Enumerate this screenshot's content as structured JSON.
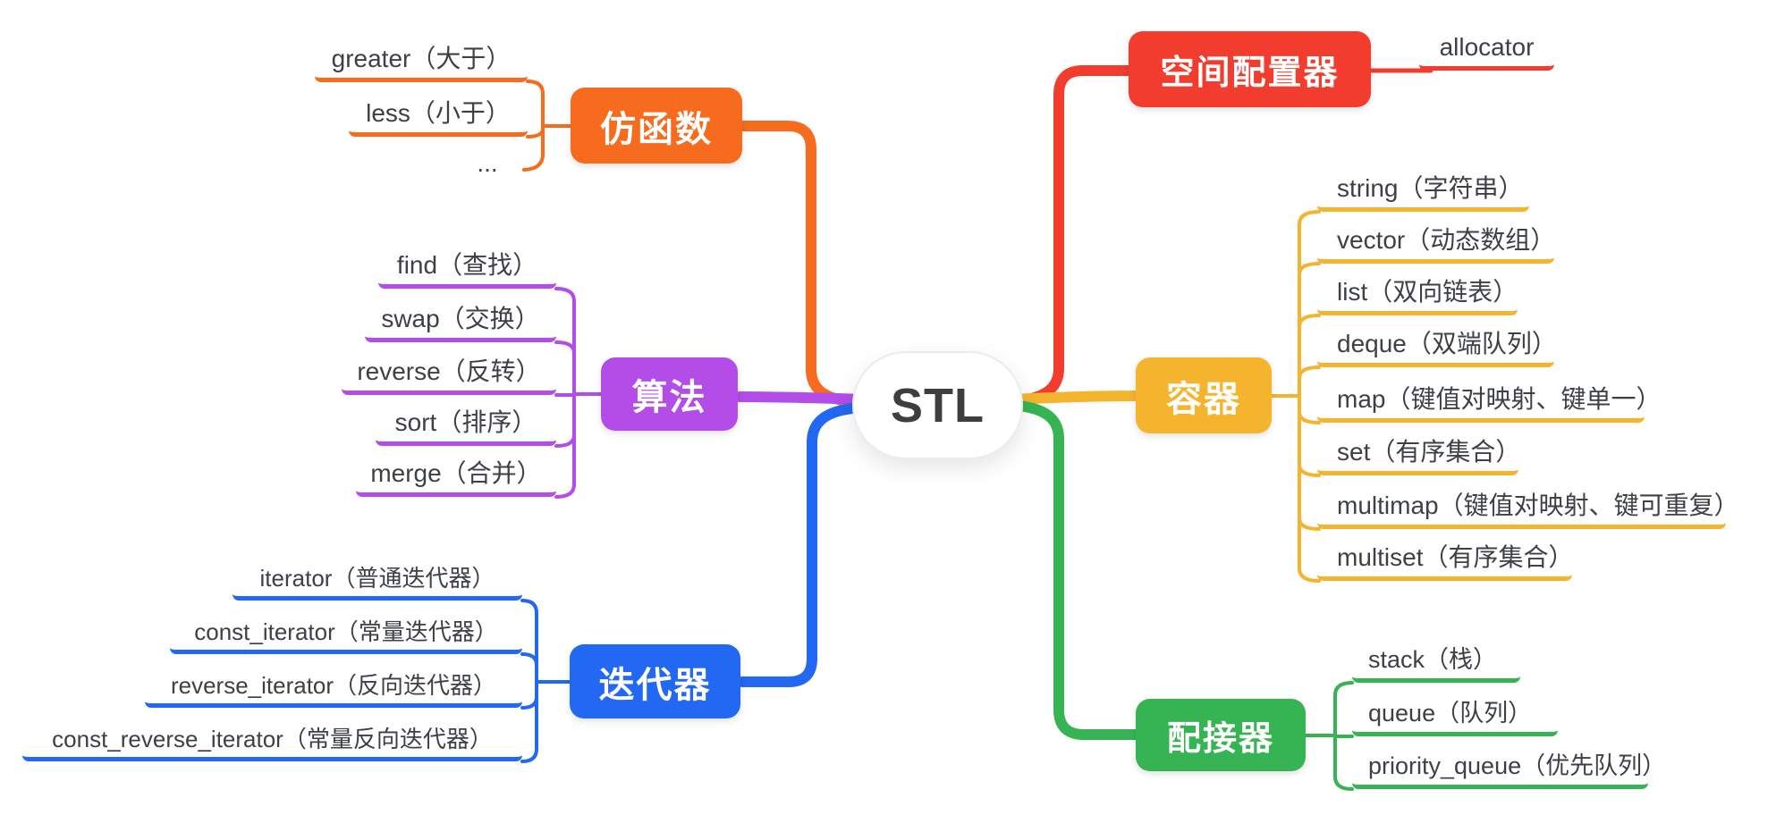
{
  "root": {
    "label": "STL"
  },
  "text_color": "#3D4045",
  "branches": [
    {
      "label": "仿函数",
      "color": "#F76B1E",
      "children": [
        {
          "label": "greater（大于）"
        },
        {
          "label": "less（小于）"
        },
        {
          "label": "..."
        }
      ]
    },
    {
      "label": "算法",
      "color": "#B44CE8",
      "children": [
        {
          "label": "find（查找）"
        },
        {
          "label": "swap（交换）"
        },
        {
          "label": "reverse（反转）"
        },
        {
          "label": "sort（排序）"
        },
        {
          "label": "merge（合并）"
        }
      ]
    },
    {
      "label": "迭代器",
      "color": "#2368F2",
      "children": [
        {
          "label": "iterator（普通迭代器）"
        },
        {
          "label": "const_iterator（常量迭代器）"
        },
        {
          "label": "reverse_iterator（反向迭代器）"
        },
        {
          "label": "const_reverse_iterator（常量反向迭代器）"
        }
      ]
    },
    {
      "label": "空间配置器",
      "color": "#F23C2E",
      "children": [
        {
          "label": "allocator"
        }
      ]
    },
    {
      "label": "容器",
      "color": "#F5B42E",
      "children": [
        {
          "label": "string（字符串）"
        },
        {
          "label": "vector（动态数组）"
        },
        {
          "label": "list（双向链表）"
        },
        {
          "label": "deque（双端队列）"
        },
        {
          "label": "map（键值对映射、键单一）"
        },
        {
          "label": "set（有序集合）"
        },
        {
          "label": "multimap（键值对映射、键可重复）"
        },
        {
          "label": "multiset（有序集合）"
        }
      ]
    },
    {
      "label": "配接器",
      "color": "#36B352",
      "children": [
        {
          "label": "stack（栈）"
        },
        {
          "label": "queue（队列）"
        },
        {
          "label": "priority_queue（优先队列）"
        }
      ]
    }
  ]
}
